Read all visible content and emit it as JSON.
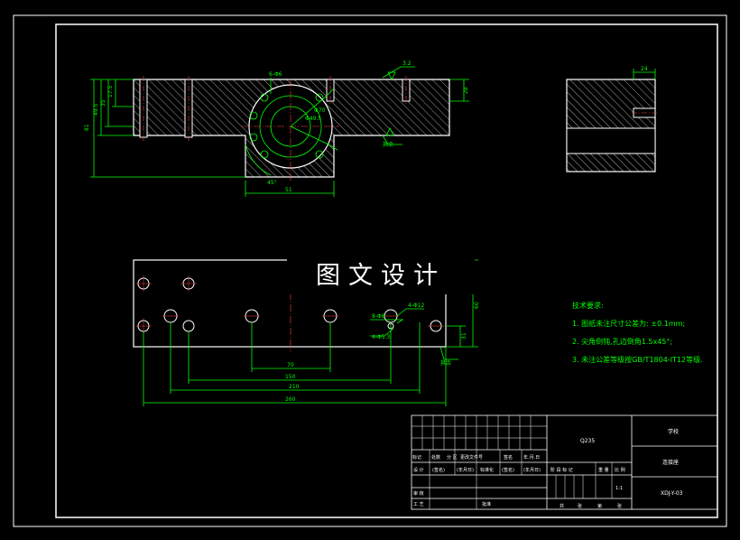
{
  "watermark": "图文设计",
  "colors": {
    "line": "#ffffff",
    "dim": "#00ff00",
    "center": "#ff4040",
    "hatch": "#e8e8e8",
    "note": "#00ff00"
  },
  "top_view": {
    "dims": {
      "vert_total": "81",
      "vert_a": "49.5",
      "vert_b": "35",
      "vert_c": "17.5",
      "right_h": "28",
      "bottom_w": "51",
      "hole_pattern": "6-Φ6",
      "bore_a": "Φ70",
      "bore_b": "Φ49.5",
      "angle": "45°",
      "surface_top": "3.2",
      "surface_bottom": "其余"
    }
  },
  "side_view": {
    "dims": {
      "top": "24"
    }
  },
  "front_view": {
    "dims": {
      "d70": "70",
      "d150": "150",
      "d210": "210",
      "d260": "260",
      "h60": "60",
      "h31": "31",
      "holes_a": "8-Φ8",
      "holes_b": "4-Φ12",
      "holes_c": "4-Φ5.3",
      "surface": "其余"
    }
  },
  "notes": {
    "title": "技术要求:",
    "items": [
      "1. 图纸未注尺寸公差为: ±0.1mm;",
      "2. 尖角倒钝,孔边倒角1.5x45°;",
      "3. 未注公差等级按GB/T1804-IT12等级."
    ]
  },
  "title_block": {
    "material": "Q235",
    "school": "学校",
    "part_name": "连接座",
    "drawing_no": "XDJ-Y-03",
    "scale": "1:1",
    "row_headers": [
      "标记",
      "处数",
      "分 区",
      "更改文件号",
      "签名",
      "年.月.日"
    ],
    "row_design": [
      "设 计",
      "(签名)",
      "(年月日)",
      "标准化",
      "(签名)",
      "(年月日)"
    ],
    "row_review": "审 核",
    "row_process": "工 艺",
    "row_approve": "批准",
    "stage_headers": [
      "阶 段 标 记",
      "重 量",
      "比 例"
    ],
    "sheets": [
      "共",
      "张",
      "第",
      "张"
    ]
  }
}
